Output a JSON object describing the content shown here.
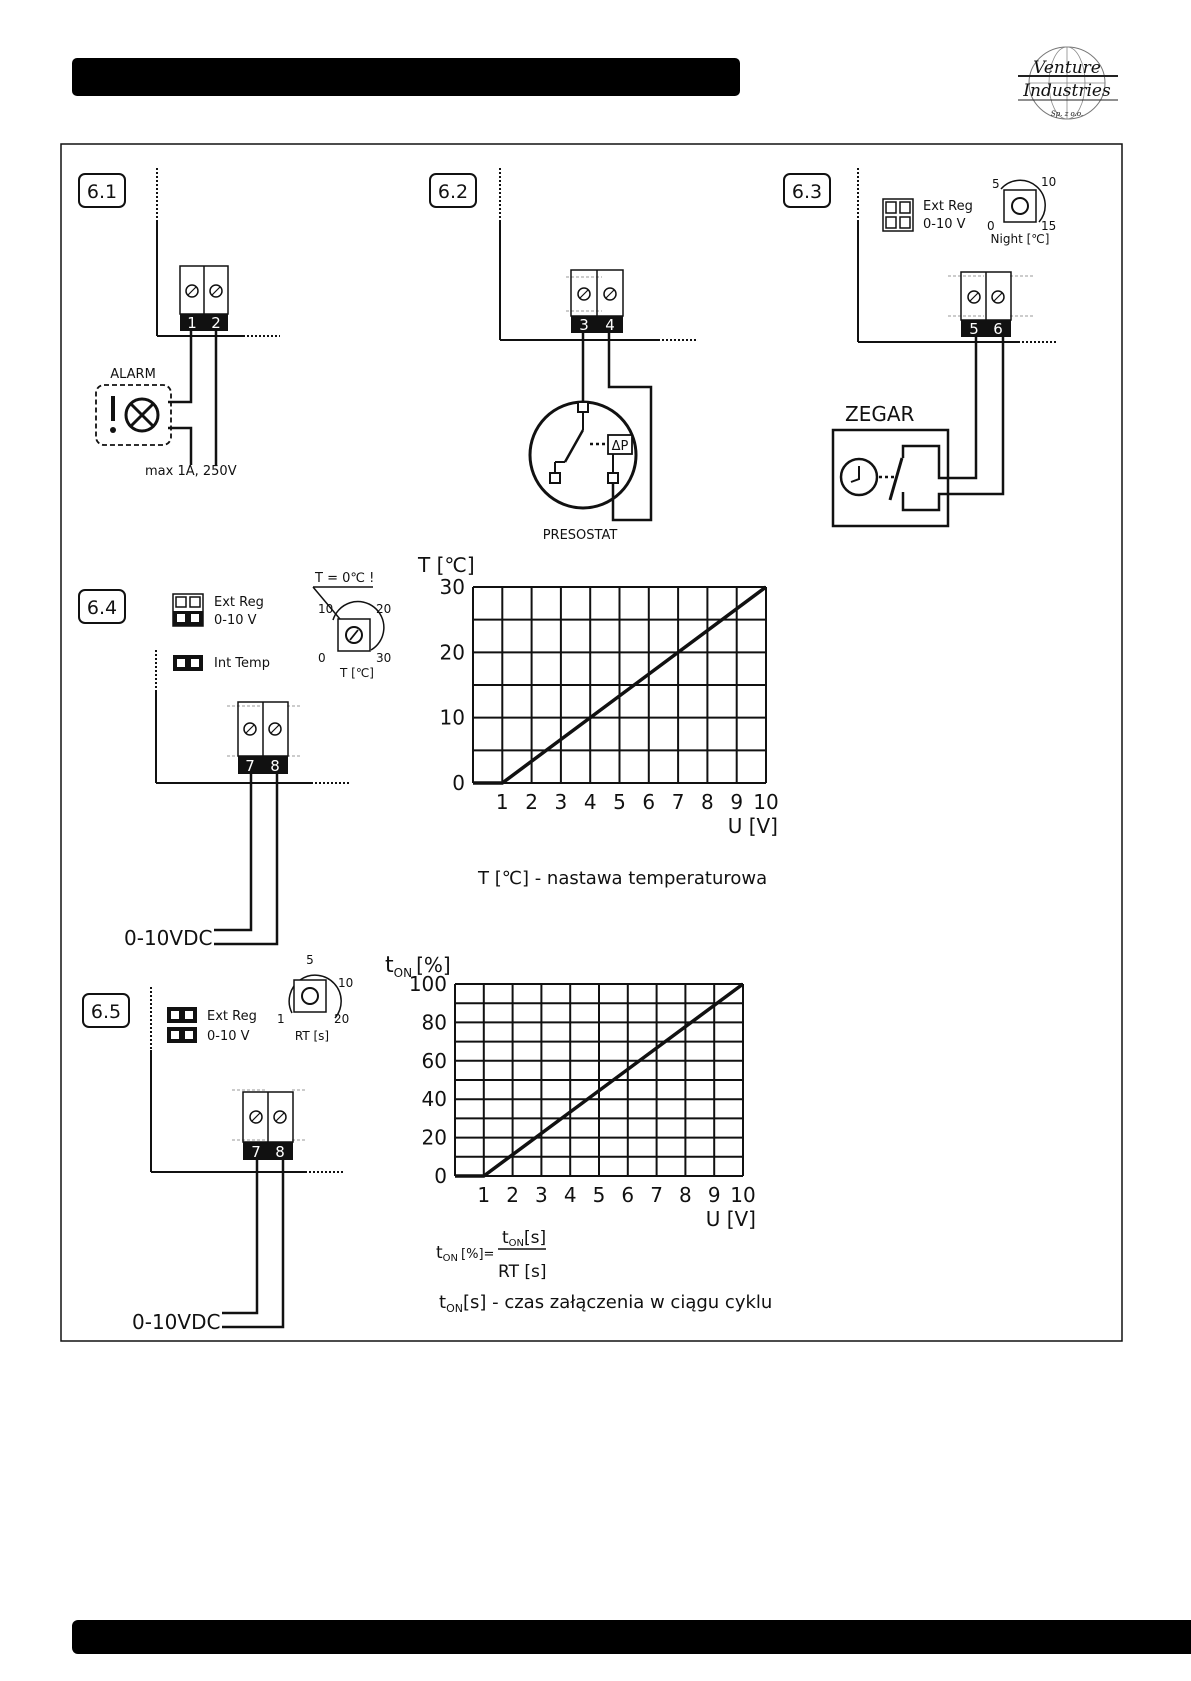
{
  "logo": {
    "line1": "Venture",
    "line2": "Industries",
    "line3": "Sp. z o.o."
  },
  "d61": {
    "label": "6.1",
    "alarm": "ALARM",
    "terms": [
      "1",
      "2"
    ],
    "rating": "max 1A, 250V"
  },
  "d62": {
    "label": "6.2",
    "terms": [
      "3",
      "4"
    ],
    "dp": "ΔP",
    "presostat": "PRESOSTAT"
  },
  "d63": {
    "label": "6.3",
    "ext_reg": "Ext Reg",
    "v": "0-10 V",
    "knob": [
      "5",
      "10",
      "0",
      "15"
    ],
    "night": "Night [℃]",
    "terms": [
      "5",
      "6"
    ],
    "zegar": "ZEGAR"
  },
  "d64": {
    "label": "6.4",
    "ext_reg": "Ext Reg",
    "v": "0-10 V",
    "int_temp": "Int Temp",
    "t_zero": "T = 0℃ !",
    "knob": [
      "10",
      "20",
      "0",
      "30"
    ],
    "knob_unit": "T [℃]",
    "terms": [
      "7",
      "8"
    ],
    "vdc": "0-10VDC"
  },
  "d65": {
    "label": "6.5",
    "ext_reg": "Ext Reg",
    "v": "0-10 V",
    "knob": [
      "5",
      "10",
      "1",
      "20"
    ],
    "knob_unit": "RT [s]",
    "terms": [
      "7",
      "8"
    ],
    "vdc": "0-10VDC"
  },
  "chart_data": [
    {
      "type": "line",
      "ylabel": "T [℃]",
      "xlabel": "U [V]",
      "x_ticks": [
        "1",
        "2",
        "3",
        "4",
        "5",
        "6",
        "7",
        "8",
        "9",
        "10"
      ],
      "y_ticks": [
        "0",
        "10",
        "20",
        "30"
      ],
      "xlim": [
        0,
        10
      ],
      "ylim": [
        0,
        30
      ],
      "grid": true,
      "x": [
        0,
        1,
        10
      ],
      "y": [
        0,
        0,
        30
      ],
      "caption": "T [℃] -  nastawa temperaturowa"
    },
    {
      "type": "line",
      "ylabel": "t [%]",
      "ylabel_sub": "ON",
      "xlabel": "U [V]",
      "x_ticks": [
        "1",
        "2",
        "3",
        "4",
        "5",
        "6",
        "7",
        "8",
        "9",
        "10"
      ],
      "y_ticks": [
        "0",
        "20",
        "40",
        "60",
        "80",
        "100"
      ],
      "xlim": [
        0,
        10
      ],
      "ylim": [
        0,
        100
      ],
      "grid": true,
      "x": [
        0,
        1,
        10
      ],
      "y": [
        0,
        0,
        100
      ],
      "formula": {
        "lhs_t": "t",
        "lhs_sub": "ON",
        "lhs_rest": "[%]=",
        "num_t": "t",
        "num_sub": "ON",
        "num_rest": "[s]",
        "den": "RT [s]"
      },
      "note": {
        "t": "t",
        "sub": "ON",
        "rest": "[s]  -  czas załączenia w ciągu cyklu"
      }
    }
  ]
}
